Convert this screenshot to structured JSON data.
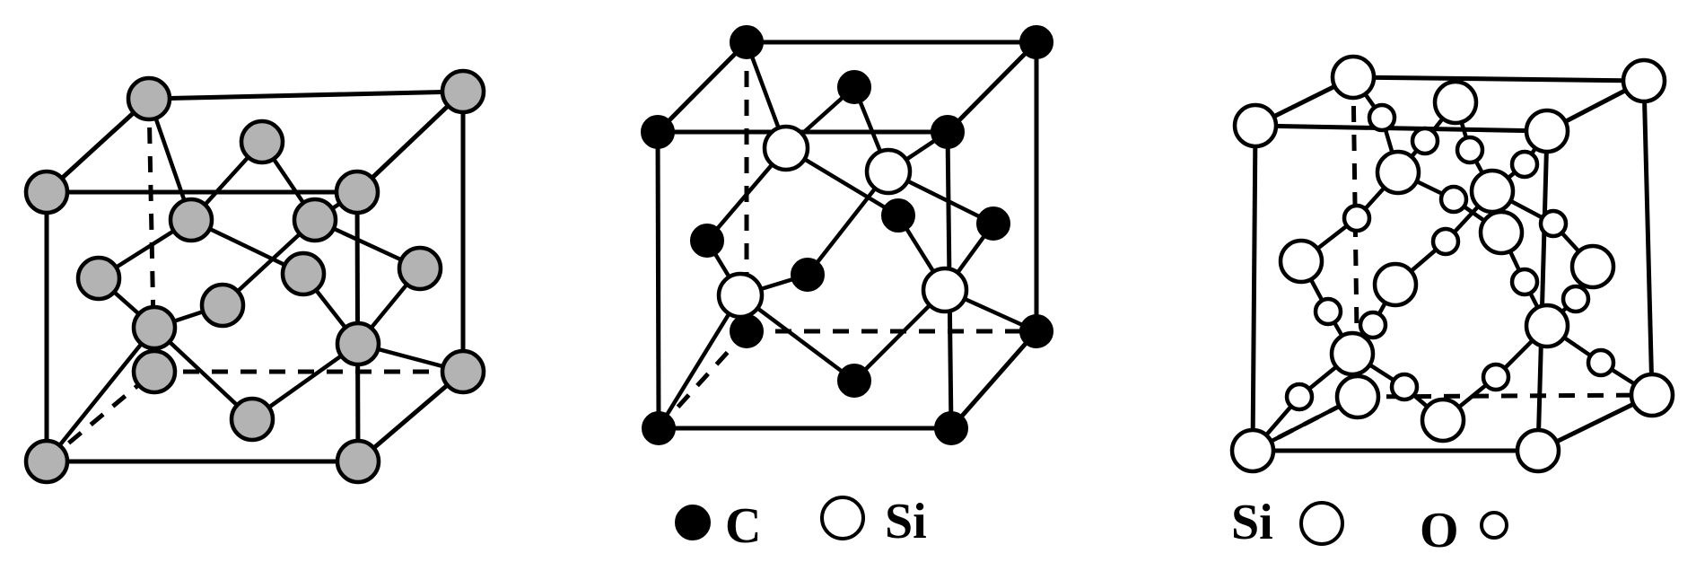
{
  "figure": {
    "panels": [
      {
        "id": "diamond",
        "atom_style": "gray",
        "atom_radius": 23,
        "cube": {
          "front": {
            "tl": [
              52,
              214
            ],
            "tr": [
              398,
              214
            ],
            "bl": [
              52,
              514
            ],
            "br": [
              399,
              514
            ]
          },
          "back": {
            "tl": [
              166,
              110
            ],
            "tr": [
              516,
              102
            ],
            "bl": [
              172,
              414
            ],
            "br": [
              516,
              414
            ]
          }
        },
        "interior_atoms": [
          [
            292,
            158
          ],
          [
            213,
            245
          ],
          [
            351,
            245
          ],
          [
            110,
            310
          ],
          [
            338,
            305
          ],
          [
            468,
            299
          ],
          [
            248,
            340
          ],
          [
            172,
            365
          ],
          [
            399,
            383
          ],
          [
            281,
            467
          ]
        ],
        "bonds": [
          [
            [
              166,
              110
            ],
            [
              213,
              245
            ]
          ],
          [
            [
              292,
              158
            ],
            [
              213,
              245
            ]
          ],
          [
            [
              292,
              158
            ],
            [
              351,
              245
            ]
          ],
          [
            [
              351,
              245
            ],
            [
              398,
              214
            ]
          ],
          [
            [
              213,
              245
            ],
            [
              110,
              310
            ]
          ],
          [
            [
              213,
              245
            ],
            [
              338,
              305
            ]
          ],
          [
            [
              351,
              245
            ],
            [
              468,
              299
            ]
          ],
          [
            [
              351,
              245
            ],
            [
              248,
              340
            ]
          ],
          [
            [
              110,
              310
            ],
            [
              172,
              365
            ]
          ],
          [
            [
              248,
              340
            ],
            [
              172,
              365
            ]
          ],
          [
            [
              172,
              365
            ],
            [
              52,
              514
            ]
          ],
          [
            [
              172,
              365
            ],
            [
              281,
              467
            ]
          ],
          [
            [
              338,
              305
            ],
            [
              399,
              383
            ]
          ],
          [
            [
              468,
              299
            ],
            [
              399,
              383
            ]
          ],
          [
            [
              399,
              383
            ],
            [
              516,
              414
            ]
          ],
          [
            [
              399,
              383
            ],
            [
              281,
              467
            ]
          ]
        ]
      },
      {
        "id": "silicon-carbide",
        "corner_style": "black",
        "cube": {
          "front": {
            "tl": [
              733,
              147
            ],
            "tr": [
              1056,
              147
            ],
            "bl": [
              734,
              477
            ],
            "br": [
              1060,
              477
            ]
          },
          "back": {
            "tl": [
              832,
              47
            ],
            "tr": [
              1155,
              47
            ],
            "bl": [
              832,
              369
            ],
            "br": [
              1155,
              369
            ]
          }
        },
        "black_radius": 18,
        "white_radius": 24,
        "si_atoms": [
          [
            876,
            165
          ],
          [
            990,
            191
          ],
          [
            825,
            329
          ],
          [
            1053,
            323
          ]
        ],
        "c_atoms": [
          [
            952,
            97
          ],
          [
            788,
            268
          ],
          [
            1001,
            240
          ],
          [
            1107,
            249
          ],
          [
            900,
            306
          ],
          [
            952,
            424
          ]
        ],
        "bonds": [
          [
            [
              832,
              47
            ],
            [
              876,
              165
            ]
          ],
          [
            [
              952,
              97
            ],
            [
              876,
              165
            ]
          ],
          [
            [
              952,
              97
            ],
            [
              990,
              191
            ]
          ],
          [
            [
              990,
              191
            ],
            [
              1056,
              147
            ]
          ],
          [
            [
              876,
              165
            ],
            [
              788,
              268
            ]
          ],
          [
            [
              876,
              165
            ],
            [
              1001,
              240
            ]
          ],
          [
            [
              990,
              191
            ],
            [
              900,
              306
            ]
          ],
          [
            [
              990,
              191
            ],
            [
              1107,
              249
            ]
          ],
          [
            [
              788,
              268
            ],
            [
              825,
              329
            ]
          ],
          [
            [
              900,
              306
            ],
            [
              825,
              329
            ]
          ],
          [
            [
              825,
              329
            ],
            [
              734,
              477
            ]
          ],
          [
            [
              825,
              329
            ],
            [
              952,
              424
            ]
          ],
          [
            [
              1001,
              240
            ],
            [
              1053,
              323
            ]
          ],
          [
            [
              1107,
              249
            ],
            [
              1053,
              323
            ]
          ],
          [
            [
              1053,
              323
            ],
            [
              1155,
              369
            ]
          ],
          [
            [
              1053,
              323
            ],
            [
              952,
              424
            ]
          ]
        ]
      },
      {
        "id": "silicon-dioxide",
        "corner_style": "white",
        "cube": {
          "front": {
            "tl": [
              1399,
              140
            ],
            "tr": [
              1724,
              146
            ],
            "bl": [
              1396,
              502
            ],
            "br": [
              1714,
              502
            ]
          },
          "back": {
            "tl": [
              1508,
              86
            ],
            "tr": [
              1832,
              90
            ],
            "bl": [
              1513,
              442
            ],
            "br": [
              1841,
              440
            ]
          }
        },
        "si_radius": 23,
        "o_radius": 14,
        "si_atoms": [
          [
            1558,
            192
          ],
          [
            1622,
            114
          ],
          [
            1663,
            213
          ],
          [
            1450,
            291
          ],
          [
            1555,
            317
          ],
          [
            1673,
            259
          ],
          [
            1775,
            297
          ],
          [
            1507,
            394
          ],
          [
            1724,
            363
          ],
          [
            1608,
            468
          ]
        ],
        "o_atoms": [
          [
            1540,
            131
          ],
          [
            1588,
            157
          ],
          [
            1638,
            167
          ],
          [
            1699,
            183
          ],
          [
            1620,
            222
          ],
          [
            1512,
            243
          ],
          [
            1611,
            269
          ],
          [
            1480,
            347
          ],
          [
            1530,
            362
          ],
          [
            1699,
            314
          ],
          [
            1756,
            333
          ],
          [
            1784,
            404
          ],
          [
            1448,
            442
          ],
          [
            1565,
            431
          ],
          [
            1667,
            420
          ]
        ],
        "bonds": [
          [
            [
              1508,
              86
            ],
            [
              1540,
              131
            ]
          ],
          [
            [
              1540,
              131
            ],
            [
              1558,
              192
            ]
          ],
          [
            [
              1622,
              114
            ],
            [
              1588,
              157
            ]
          ],
          [
            [
              1588,
              157
            ],
            [
              1558,
              192
            ]
          ],
          [
            [
              1622,
              114
            ],
            [
              1638,
              167
            ]
          ],
          [
            [
              1638,
              167
            ],
            [
              1663,
              213
            ]
          ],
          [
            [
              1724,
              146
            ],
            [
              1699,
              183
            ]
          ],
          [
            [
              1699,
              183
            ],
            [
              1663,
              213
            ]
          ],
          [
            [
              1558,
              192
            ],
            [
              1620,
              222
            ]
          ],
          [
            [
              1620,
              222
            ],
            [
              1673,
              259
            ]
          ],
          [
            [
              1558,
              192
            ],
            [
              1512,
              243
            ]
          ],
          [
            [
              1512,
              243
            ],
            [
              1450,
              291
            ]
          ],
          [
            [
              1663,
              213
            ],
            [
              1611,
              269
            ]
          ],
          [
            [
              1611,
              269
            ],
            [
              1555,
              317
            ]
          ],
          [
            [
              1663,
              213
            ],
            [
              1731,
              249
            ]
          ],
          [
            [
              1731,
              249
            ],
            [
              1775,
              297
            ]
          ],
          [
            [
              1450,
              291
            ],
            [
              1480,
              347
            ]
          ],
          [
            [
              1480,
              347
            ],
            [
              1507,
              394
            ]
          ],
          [
            [
              1555,
              317
            ],
            [
              1530,
              362
            ]
          ],
          [
            [
              1530,
              362
            ],
            [
              1507,
              394
            ]
          ],
          [
            [
              1673,
              259
            ],
            [
              1699,
              314
            ]
          ],
          [
            [
              1699,
              314
            ],
            [
              1724,
              363
            ]
          ],
          [
            [
              1775,
              297
            ],
            [
              1756,
              333
            ]
          ],
          [
            [
              1756,
              333
            ],
            [
              1724,
              363
            ]
          ],
          [
            [
              1724,
              363
            ],
            [
              1784,
              404
            ]
          ],
          [
            [
              1784,
              404
            ],
            [
              1841,
              440
            ]
          ],
          [
            [
              1724,
              363
            ],
            [
              1667,
              420
            ]
          ],
          [
            [
              1667,
              420
            ],
            [
              1608,
              468
            ]
          ],
          [
            [
              1507,
              394
            ],
            [
              1448,
              442
            ]
          ],
          [
            [
              1448,
              442
            ],
            [
              1396,
              502
            ]
          ],
          [
            [
              1507,
              394
            ],
            [
              1565,
              431
            ]
          ],
          [
            [
              1565,
              431
            ],
            [
              1608,
              468
            ]
          ],
          [
            [
              1513,
              442
            ],
            [
              1396,
              502
            ]
          ]
        ],
        "extra_o_atoms": [
          [
            1731,
            249
          ]
        ]
      }
    ],
    "legend_sic": {
      "c_label": "C",
      "si_label": "Si"
    },
    "legend_sio2": {
      "si_label": "Si",
      "o_label": "O"
    }
  }
}
